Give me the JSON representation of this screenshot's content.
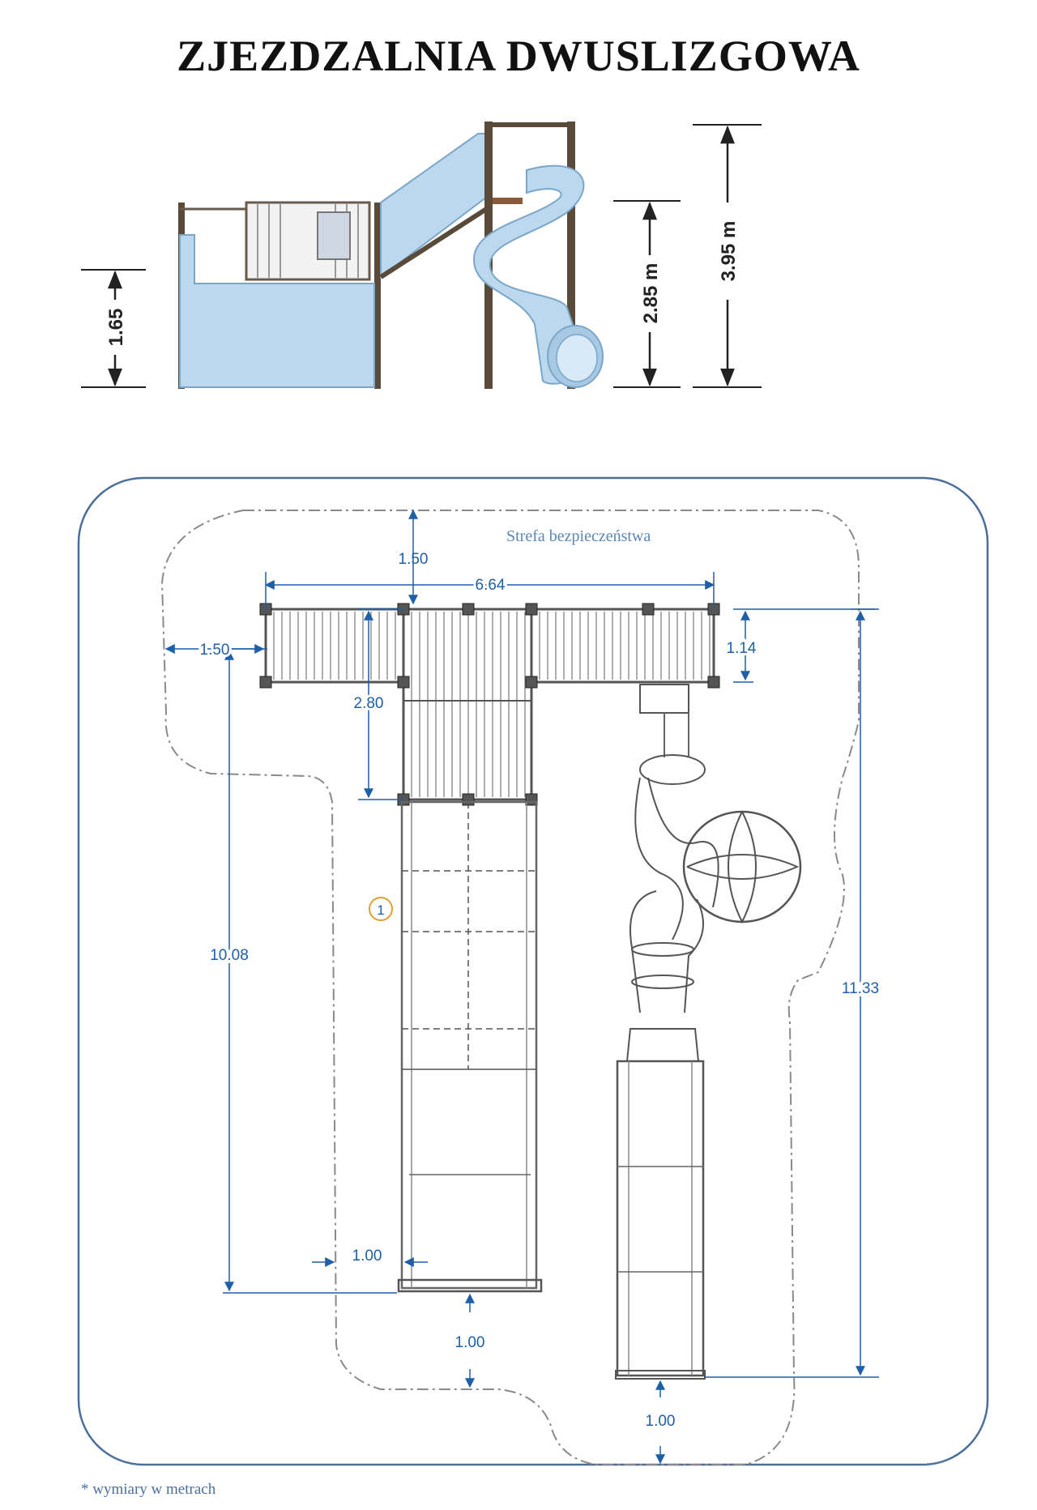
{
  "title": "ZJEZDZALNIA DWUSLIZGOWA",
  "elevation": {
    "dim_platform": "1.65",
    "dim_slide": "2.85 m",
    "dim_total": "3.95 m"
  },
  "plan": {
    "zone_label": "Strefa bezpieczeństwa",
    "dims": {
      "top_margin": "1.50",
      "width_total": "6.64",
      "left_margin": "1.50",
      "deck_depth": "1.14",
      "tower_depth": "2.80",
      "left_height": "10.08",
      "right_height": "11.33",
      "side_clearance": "1.00",
      "bottom_left": "1.00",
      "bottom_right": "1.00"
    },
    "marker": "1"
  },
  "footnote": "* wymiary w metrach",
  "colors": {
    "slide_fill": "#bcd8ee",
    "slide_stroke": "#7aa6c8",
    "post": "#5a4a3a",
    "dim_line": "#1f5fa8",
    "zone_line": "#8a8a8a",
    "frame": "#4b6f9a",
    "marker": "#e0a030"
  }
}
